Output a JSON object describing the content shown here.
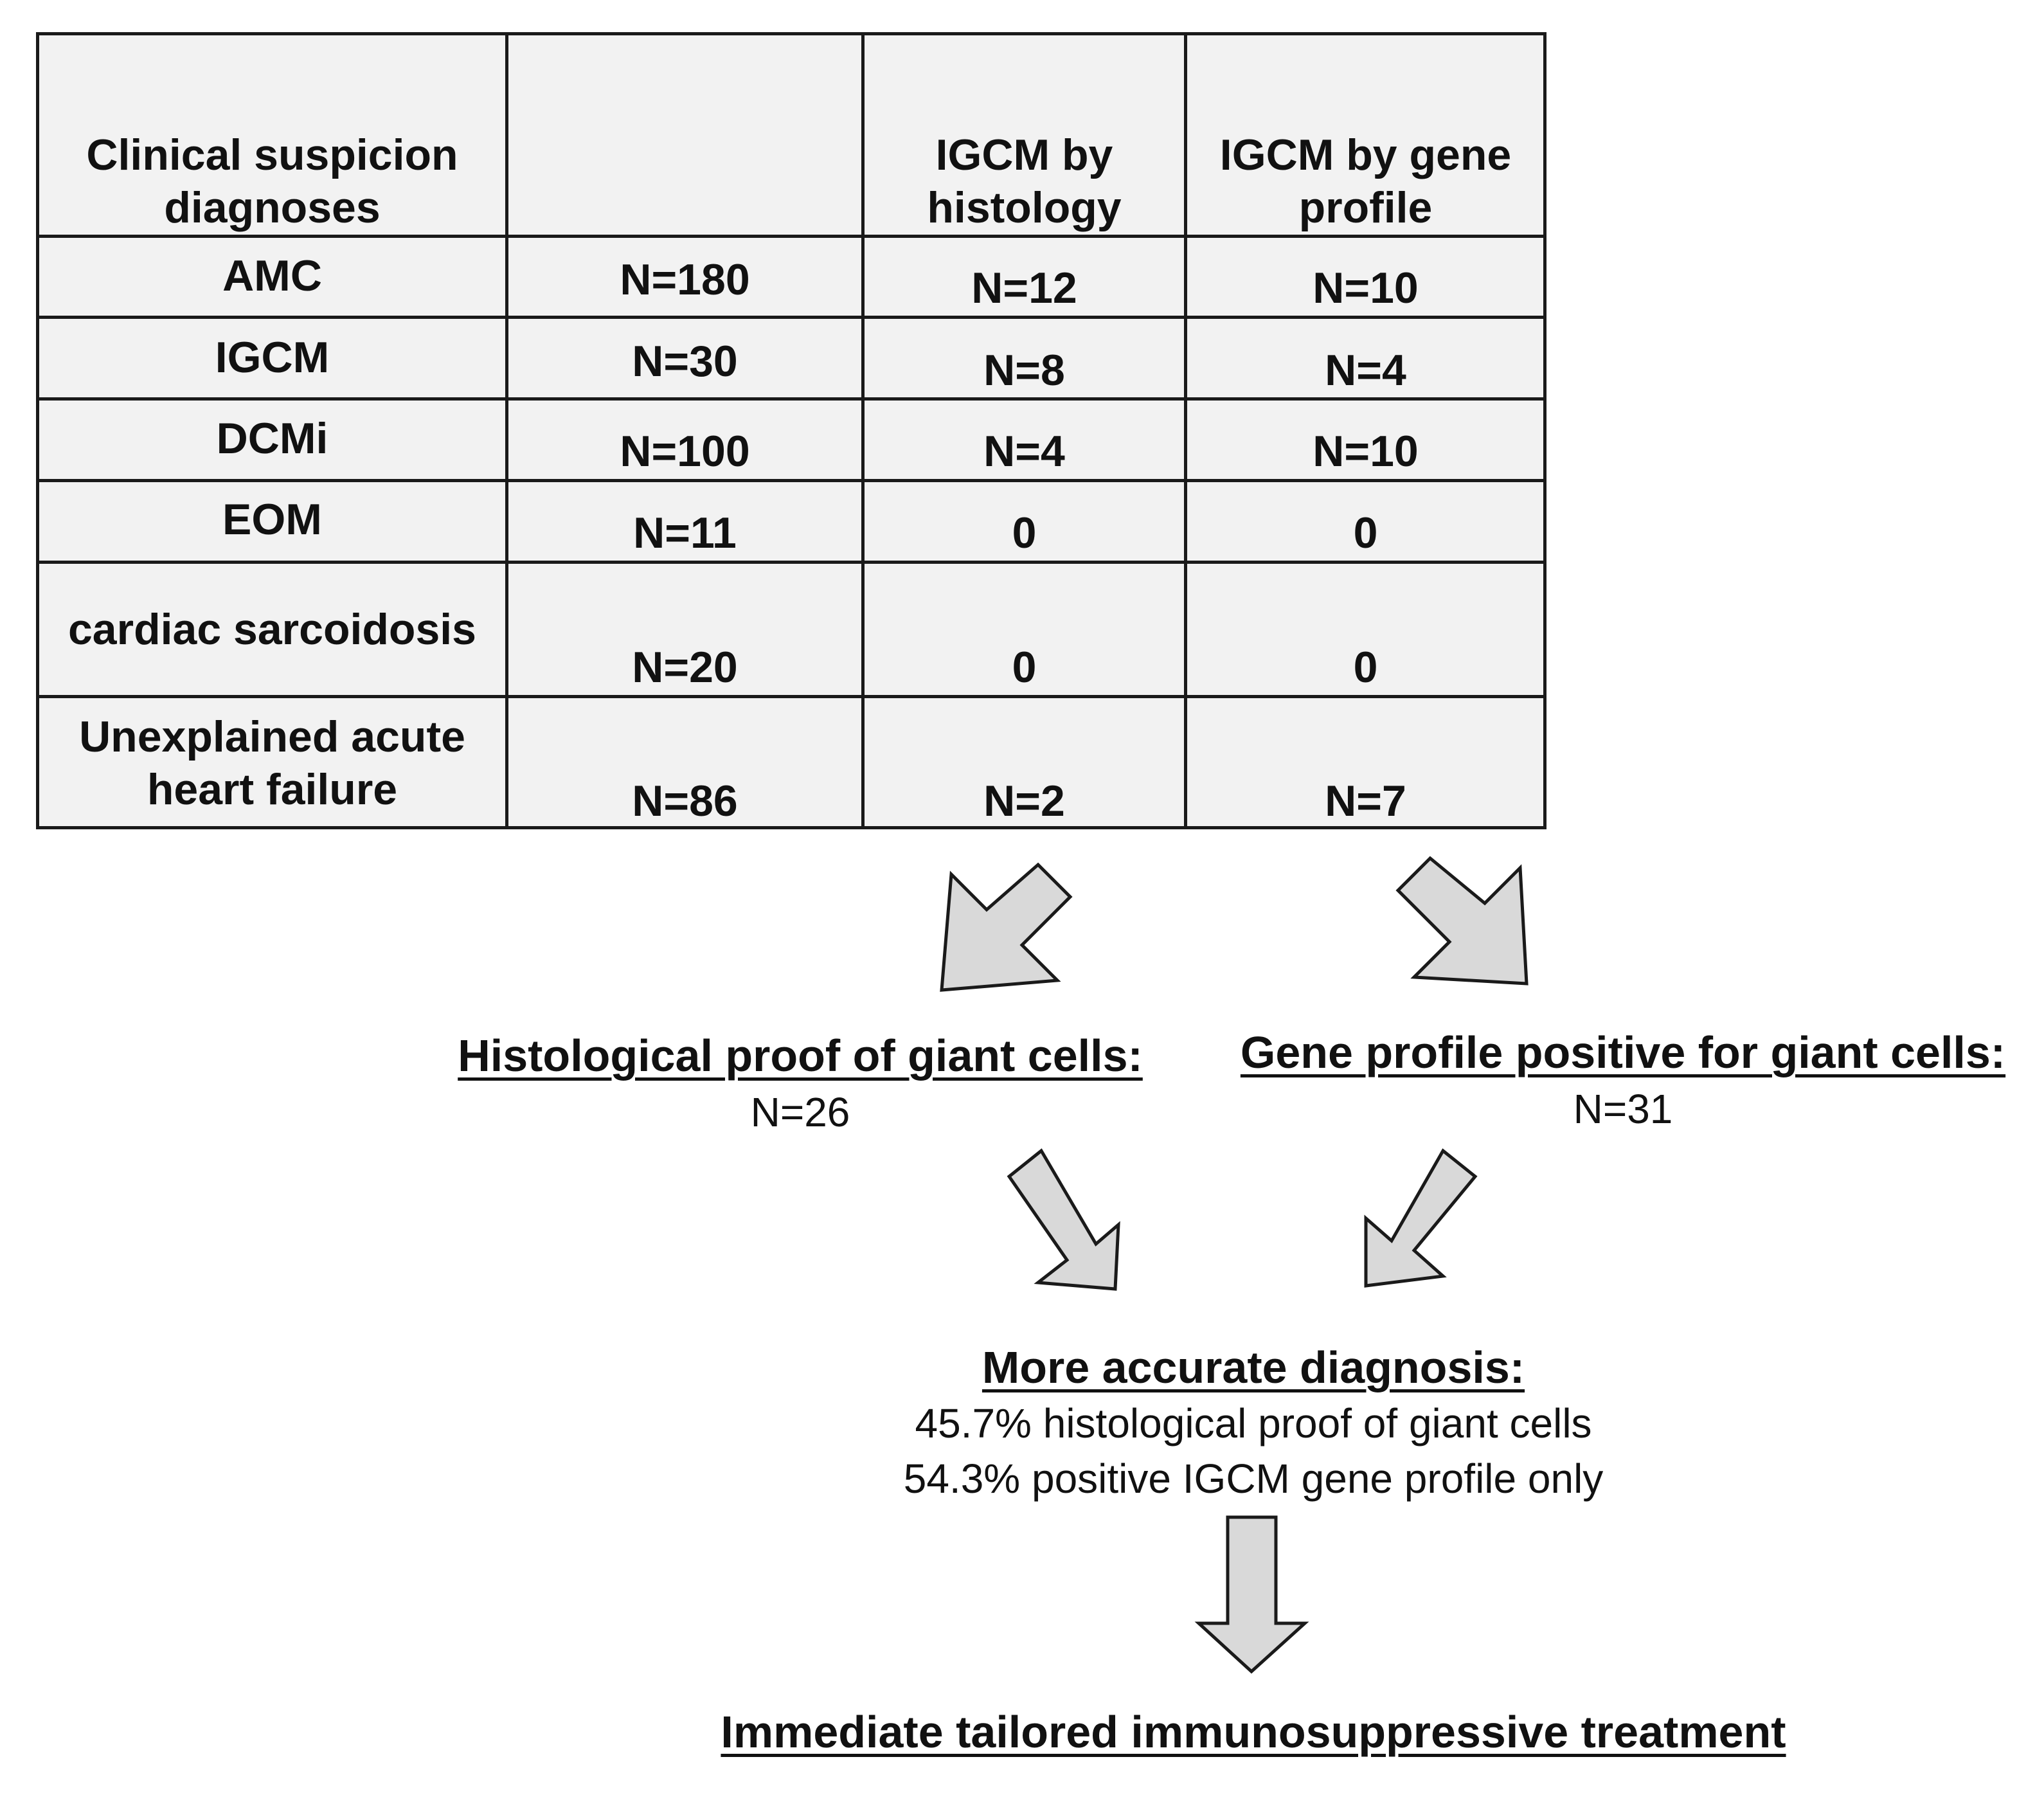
{
  "table": {
    "headers": [
      "Clinical suspicion diagnoses",
      "",
      "IGCM by histology",
      "IGCM by gene profile"
    ],
    "rows": [
      {
        "diagnosis": "AMC",
        "n": "N=180",
        "histology": "N=12",
        "gene": "N=10"
      },
      {
        "diagnosis": "IGCM",
        "n": "N=30",
        "histology": "N=8",
        "gene": "N=4"
      },
      {
        "diagnosis": "DCMi",
        "n": "N=100",
        "histology": "N=4",
        "gene": "N=10"
      },
      {
        "diagnosis": "EOM",
        "n": "N=11",
        "histology": "0",
        "gene": "0"
      },
      {
        "diagnosis": "cardiac sarcoidosis",
        "n": "N=20",
        "histology": "0",
        "gene": "0"
      },
      {
        "diagnosis": "Unexplained acute heart failure",
        "n": "N=86",
        "histology": "N=2",
        "gene": "N=7"
      }
    ]
  },
  "flow": {
    "histology_box": {
      "title": "Histological proof of giant cells:",
      "value": "N=26"
    },
    "gene_box": {
      "title": "Gene profile positive for giant cells:",
      "value": "N=31"
    },
    "diagnosis_box": {
      "title": "More accurate diagnosis:",
      "line1": "45.7% histological proof of giant cells",
      "line2": "54.3% positive IGCM gene profile only"
    },
    "treatment": "Immediate tailored immunosuppressive treatment"
  },
  "colors": {
    "table_fill": "#f2f2f2",
    "arrow_fill": "#d9d9d9",
    "line": "#1a1a1a"
  }
}
